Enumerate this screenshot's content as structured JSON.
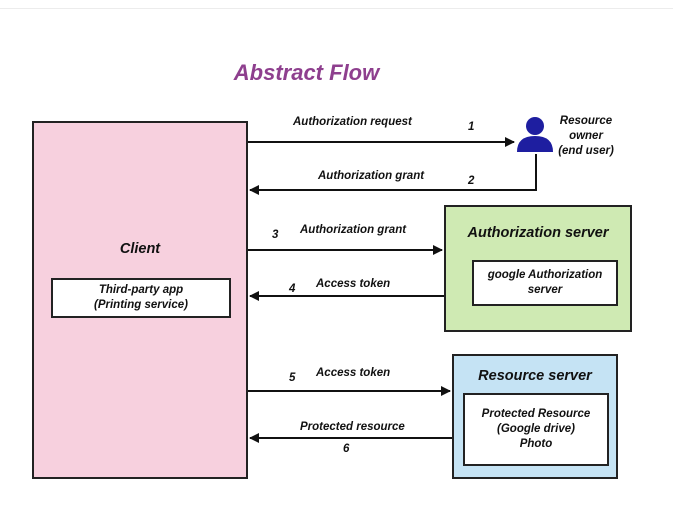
{
  "title": "Abstract Flow",
  "client": {
    "title": "Client",
    "app": "Third-party app\n(Printing service)"
  },
  "auth_server": {
    "title": "Authorization server",
    "inner": "google Authorization\nserver"
  },
  "resource_server": {
    "title": "Resource server",
    "inner": "Protected Resource\n(Google drive)\nPhoto"
  },
  "resource_owner": {
    "label": "Resource\nowner\n(end user)",
    "icon": "user-icon",
    "color": "#1e1ea0"
  },
  "steps": [
    {
      "number": "1",
      "label": "Authorization request"
    },
    {
      "number": "2",
      "label": "Authorization grant"
    },
    {
      "number": "3",
      "label": "Authorization grant"
    },
    {
      "number": "4",
      "label": "Access token"
    },
    {
      "number": "5",
      "label": "Access token"
    },
    {
      "number": "6",
      "label": "Protected resource"
    }
  ]
}
